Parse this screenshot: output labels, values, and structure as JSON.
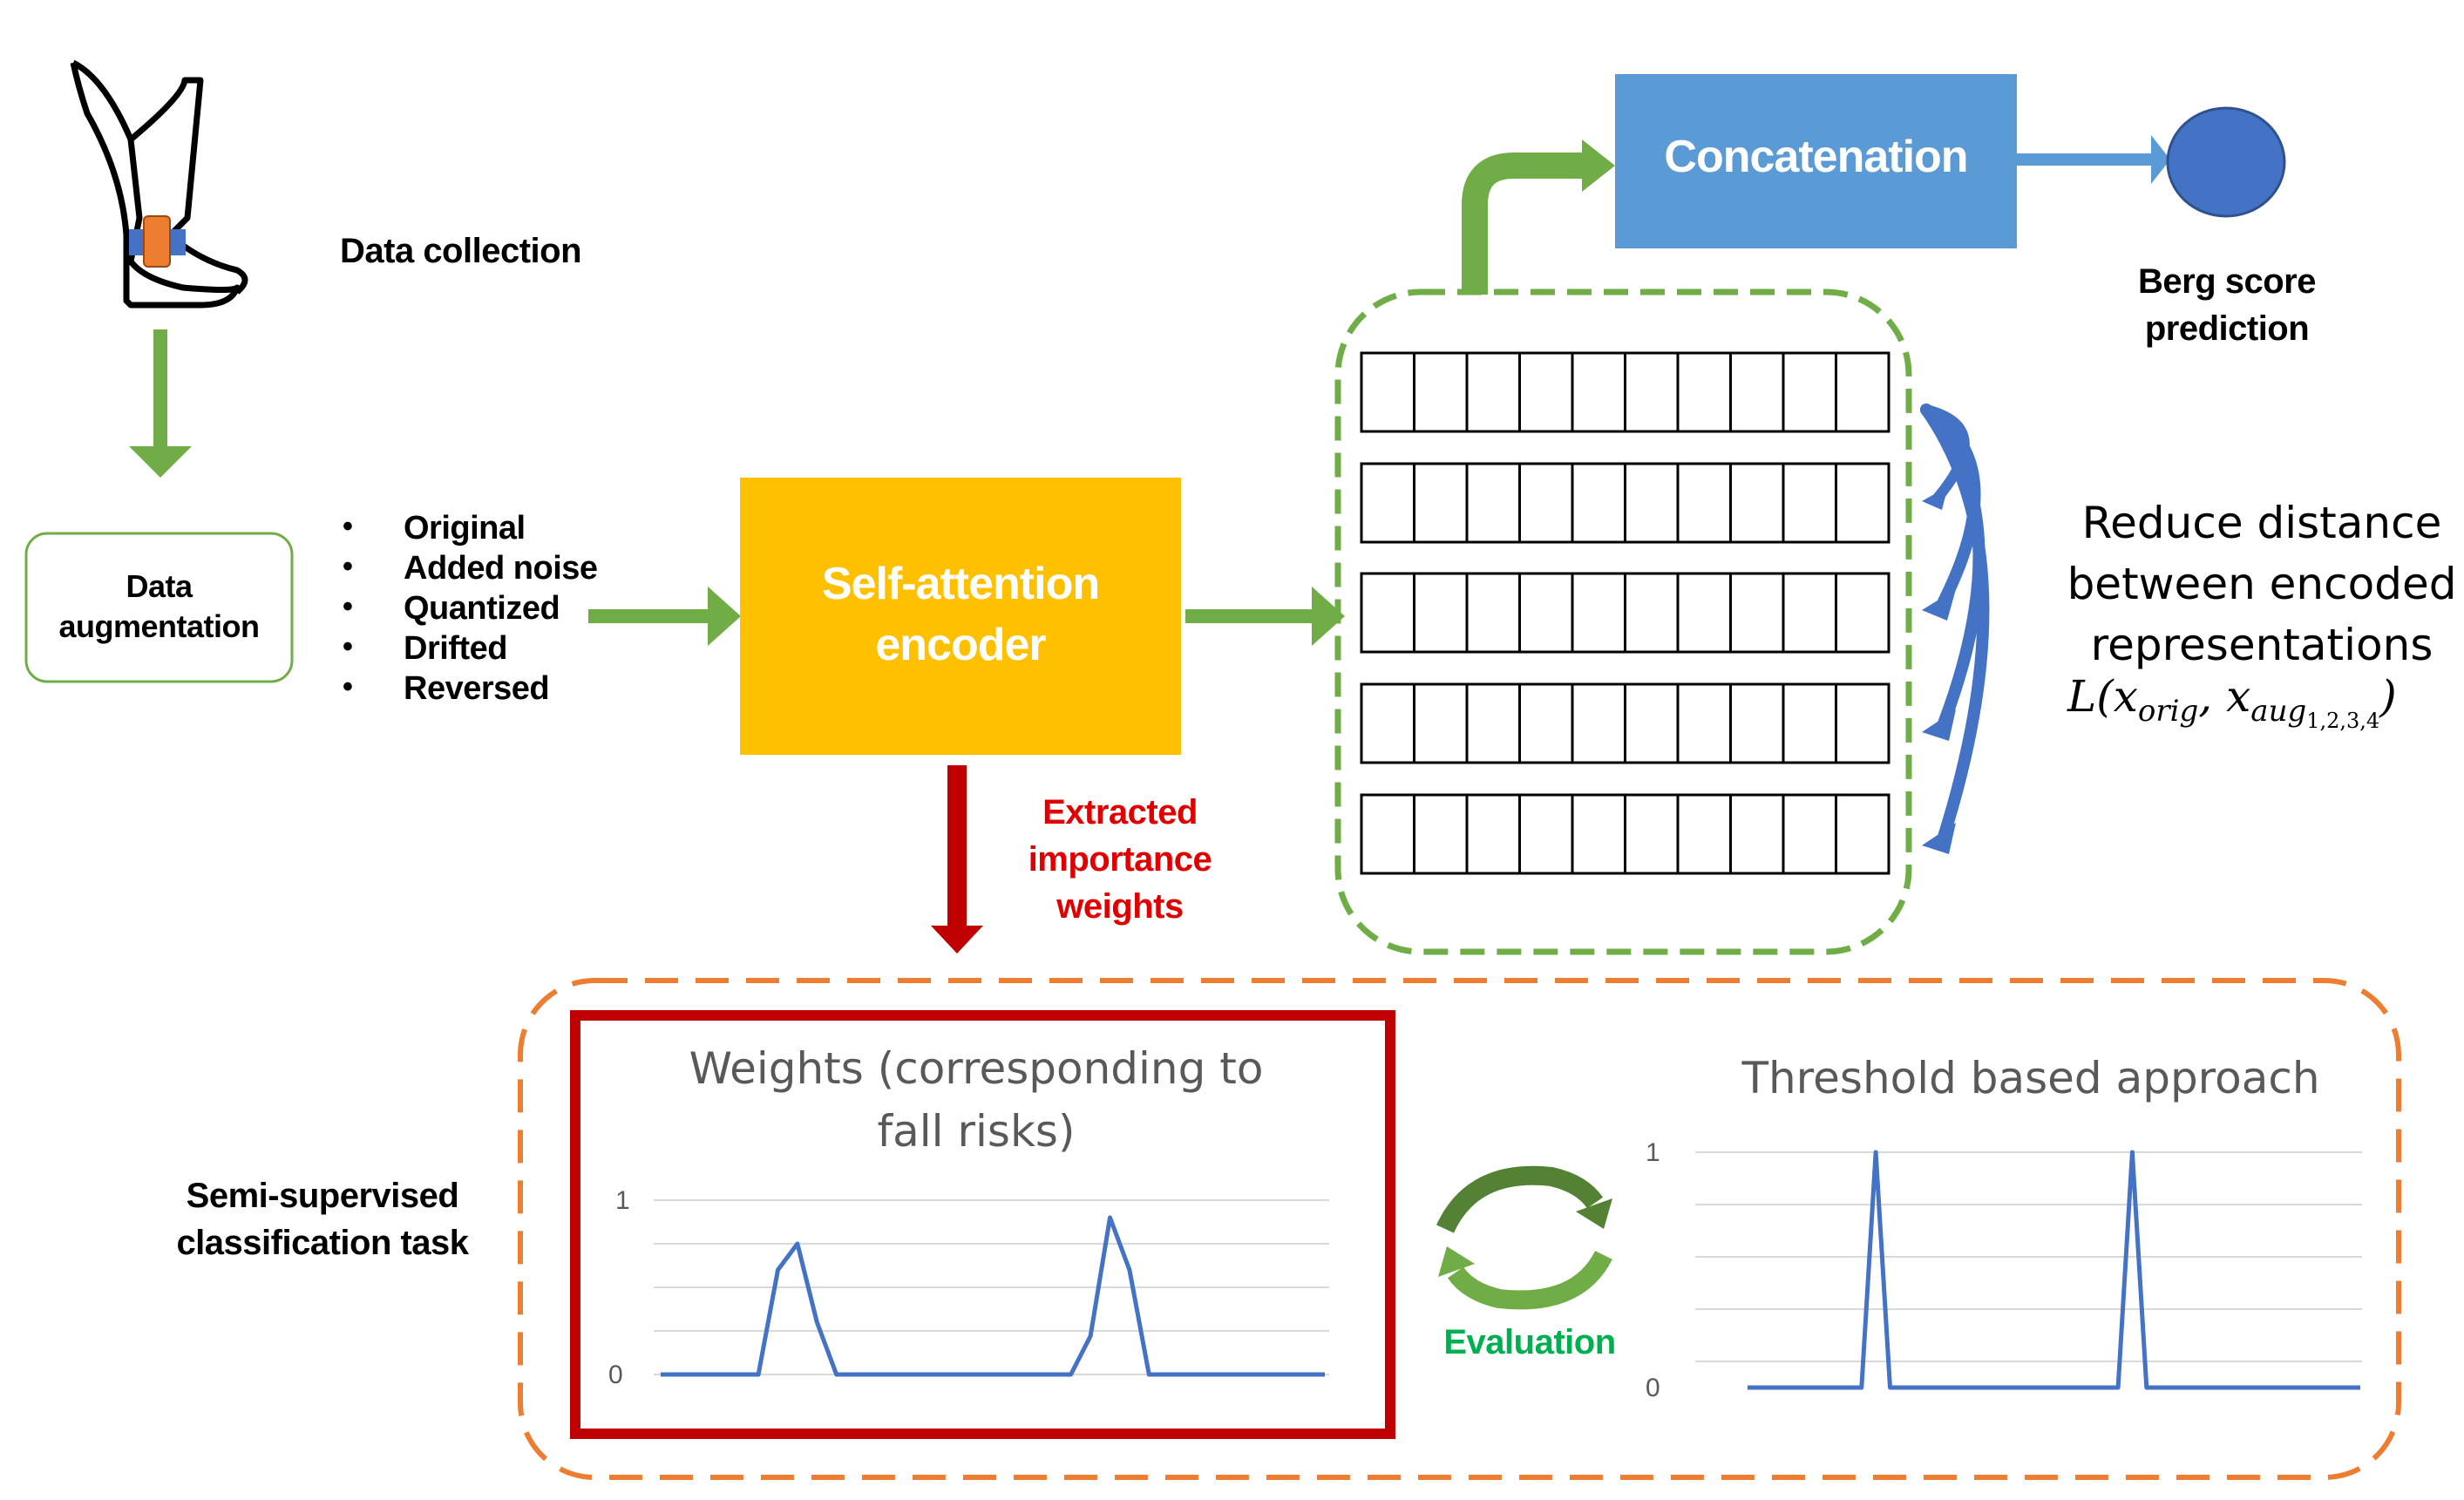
{
  "labels": {
    "data_collection": "Data collection",
    "data_augmentation_line1": "Data",
    "data_augmentation_line2": "augmentation",
    "encoder_line1": "Self-attention",
    "encoder_line2": "encoder",
    "concatenation": "Concatenation",
    "berg_line1": "Berg score",
    "berg_line2": "prediction",
    "extracted_line1": "Extracted",
    "extracted_line2": "importance",
    "extracted_line3": "weights",
    "reduce_line1": "Reduce distance",
    "reduce_line2": "between encoded",
    "reduce_line3": "representations",
    "semi_line1": "Semi-supervised",
    "semi_line2": "classification task",
    "evaluation": "Evaluation"
  },
  "augmentations": [
    "Original",
    "Added noise",
    "Quantized",
    "Drifted",
    "Reversed"
  ],
  "colors": {
    "green_arrow": "#70AD47",
    "encoder_fill": "#FFC000",
    "concat_fill": "#5B9BD5",
    "circle_fill": "#4472C4",
    "blue_arrow": "#4472C4",
    "red_arrow": "#C00000",
    "red_text": "#E00000",
    "green_text": "#00B050",
    "orange_dash": "#ED7D31",
    "plot_line": "#4472C4"
  },
  "chart_data": [
    {
      "type": "line",
      "title": "Weights (corresponding to fall risks)",
      "yticks": [
        "1",
        "0"
      ],
      "ylim": [
        0,
        1
      ],
      "x": [
        0,
        5,
        6,
        7,
        8,
        9,
        21,
        22,
        23,
        24,
        25,
        34
      ],
      "values": [
        0,
        0,
        0.6,
        0.75,
        0.3,
        0,
        0,
        0.22,
        0.9,
        0.6,
        0,
        0
      ]
    },
    {
      "type": "line",
      "title": "Threshold based approach",
      "yticks": [
        "1",
        "0"
      ],
      "ylim": [
        0,
        1
      ],
      "x": [
        0,
        8,
        9,
        10,
        26,
        27,
        28,
        43
      ],
      "values": [
        0,
        0,
        1,
        0,
        0,
        1,
        0,
        0
      ]
    }
  ]
}
